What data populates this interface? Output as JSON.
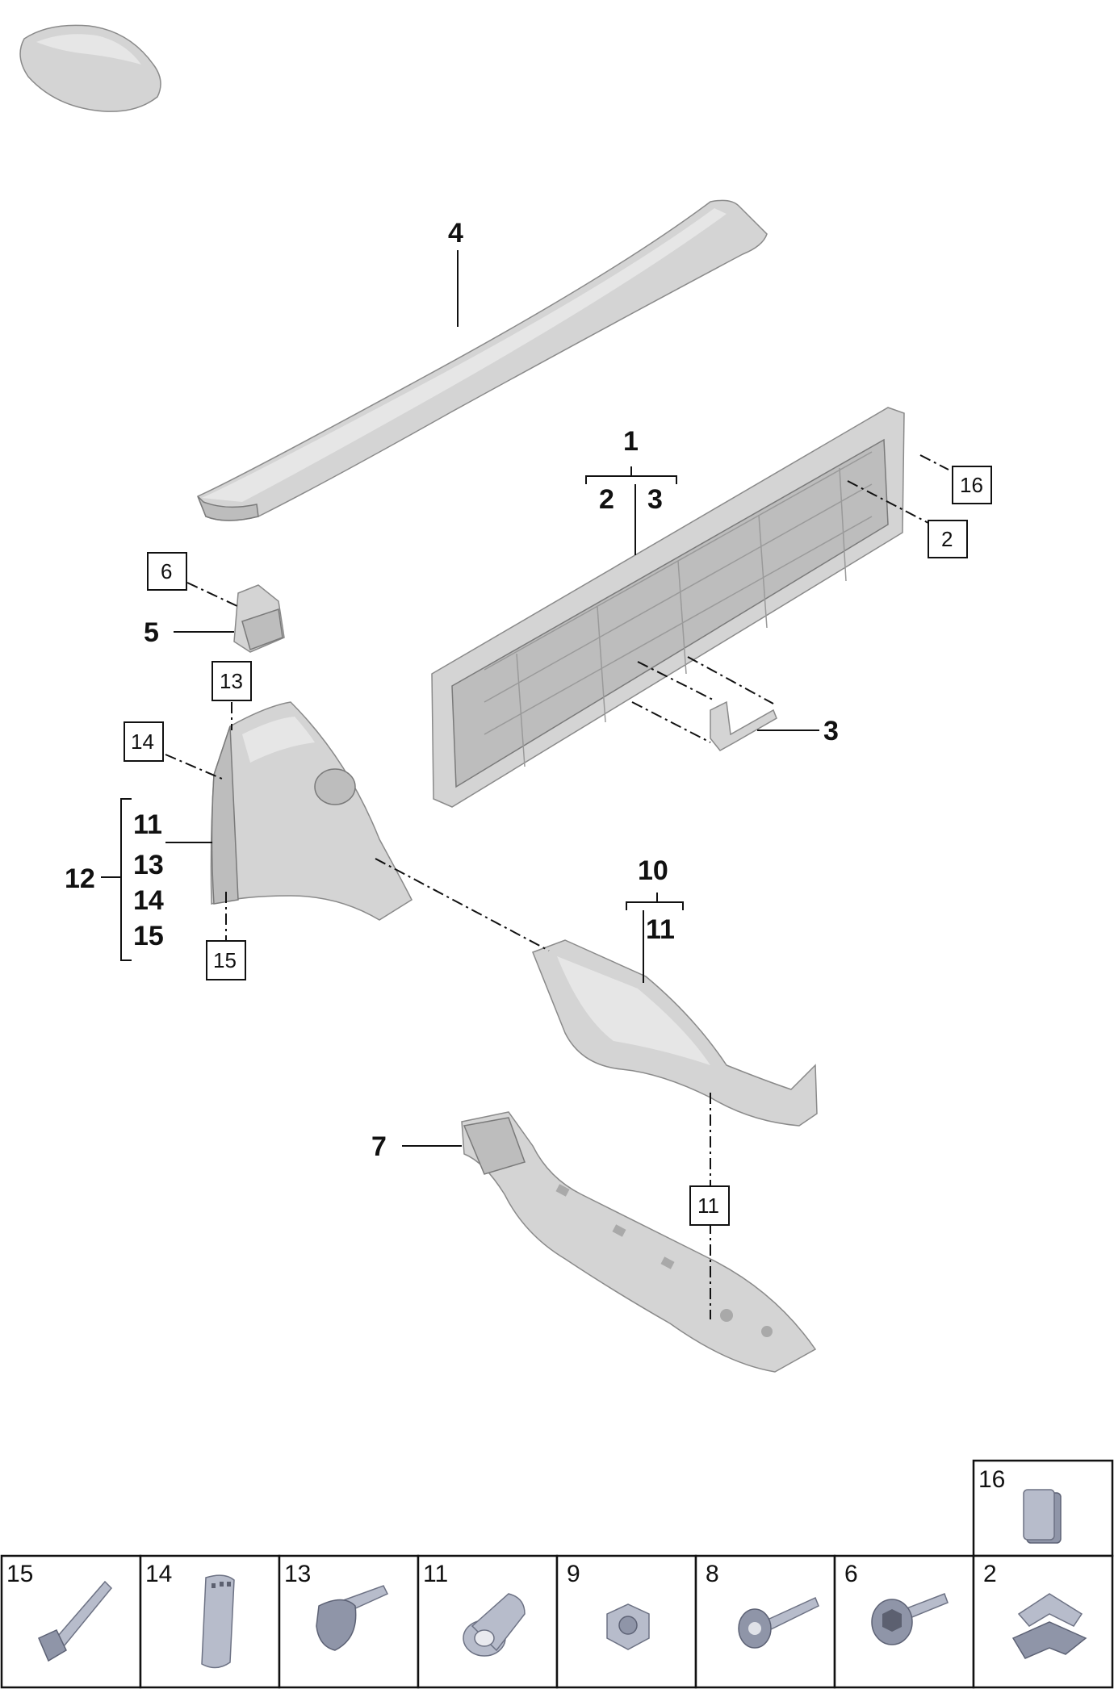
{
  "callouts": {
    "c1": "1",
    "c2": "2",
    "c3": "3",
    "c3b": "3",
    "c4": "4",
    "c5": "5",
    "c7": "7",
    "c10": "10",
    "c11a": "11",
    "c11b": "11",
    "c12": "12",
    "c13": "13",
    "c14": "14",
    "c15": "15"
  },
  "boxed": {
    "b16": "16",
    "b2": "2",
    "b6": "6",
    "b13": "13",
    "b14": "14",
    "b15": "15",
    "b11": "11"
  },
  "legend": [
    {
      "id": "15"
    },
    {
      "id": "14"
    },
    {
      "id": "13"
    },
    {
      "id": "11"
    },
    {
      "id": "9"
    },
    {
      "id": "8"
    },
    {
      "id": "6"
    },
    {
      "id": "2"
    }
  ],
  "legend_top": {
    "id": "16"
  },
  "colors": {
    "part": "#d4d4d4",
    "fastener": "#b7bccb",
    "fastener_top": "#5c6070"
  }
}
